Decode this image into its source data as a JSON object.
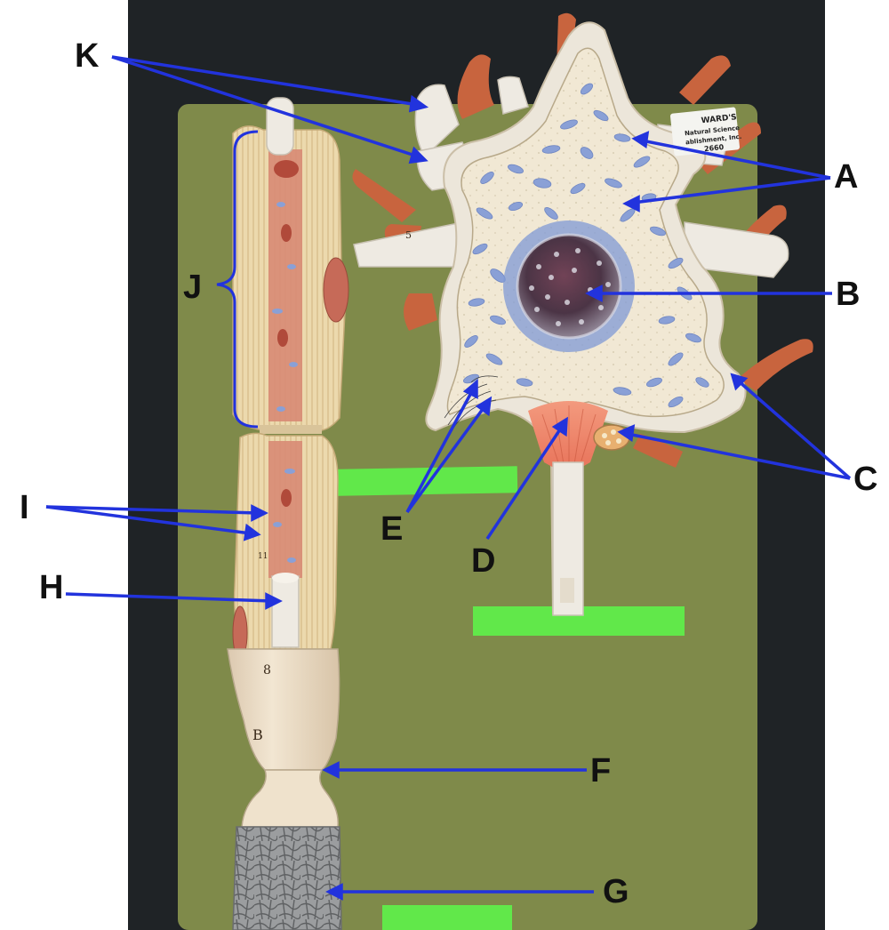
{
  "image": {
    "subject": "Neuron anatomical model photograph with labeled arrows",
    "colors": {
      "background_black": "#1f2326",
      "board_green": "#7f8a4a",
      "tape_green": "#5ef24a",
      "model_cream": "#efe4cf",
      "organelle_blue": "#8aa0d6",
      "myelin_tan": "#e9d4a4",
      "axon_core_red": "#d7806a",
      "dendrite_orange": "#c8643e",
      "neurilemma_grey": "#9a9c9e",
      "arrow_blue": "#2233dd"
    }
  },
  "manufacturer_tag": {
    "line1": "WARD'S",
    "line2": "Natural Science",
    "line3": "ablishment, Inc.",
    "line4": "2660"
  },
  "handwritten_marks": {
    "mark_5": "5",
    "mark_8": "8",
    "mark_b": "B",
    "mark_11": "11"
  },
  "labels": {
    "A": "A",
    "B": "B",
    "C": "C",
    "D": "D",
    "E": "E",
    "F": "F",
    "G": "G",
    "H": "H",
    "I": "I",
    "J": "J",
    "K": "K"
  }
}
